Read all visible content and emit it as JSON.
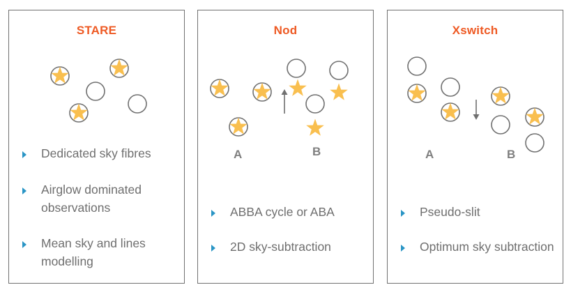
{
  "colors": {
    "title": "#ee5a24",
    "star": "#f9bf4f",
    "circle": "#707070",
    "bullet": "#2a95c5",
    "text": "#6e6e6e",
    "label": "#7f7f7f",
    "arrow": "#707070"
  },
  "panels": [
    {
      "title": "STARE",
      "labels": [],
      "bullets": [
        "Dedicated sky fibres",
        "Airglow dominated observations",
        "Mean sky and lines modelling"
      ]
    },
    {
      "title": "Nod",
      "labels": [
        "A",
        "B"
      ],
      "bullets": [
        "ABBA cycle or ABA",
        "2D sky-subtraction"
      ]
    },
    {
      "title": "Xswitch",
      "labels": [
        "A",
        "B"
      ],
      "bullets": [
        "Pseudo-slit",
        "Optimum sky subtraction"
      ]
    }
  ]
}
